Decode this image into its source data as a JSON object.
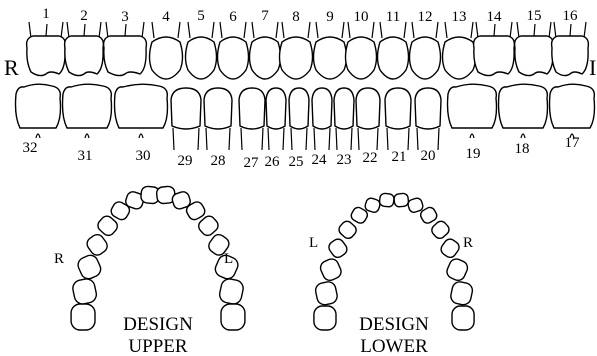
{
  "chart_side_labels": {
    "right": "R",
    "left": "I"
  },
  "upper_numbers": [
    "1",
    "2",
    "3",
    "4",
    "5",
    "6",
    "7",
    "8",
    "9",
    "10",
    "11",
    "12",
    "13",
    "14",
    "15",
    "16"
  ],
  "lower_numbers": [
    "32",
    "31",
    "30",
    "29",
    "28",
    "27",
    "26",
    "25",
    "24",
    "23",
    "22",
    "21",
    "20",
    "19",
    "18",
    "17"
  ],
  "upper_design": {
    "caption_top": "DESIGN",
    "caption_bottom": "UPPER",
    "side_right": "R",
    "side_left": "L"
  },
  "lower_design": {
    "caption_top": "DESIGN",
    "caption_bottom": "LOWER",
    "side_left": "L",
    "side_right": "R"
  },
  "colors": {
    "ink": "#000000",
    "paper": "#ffffff"
  }
}
